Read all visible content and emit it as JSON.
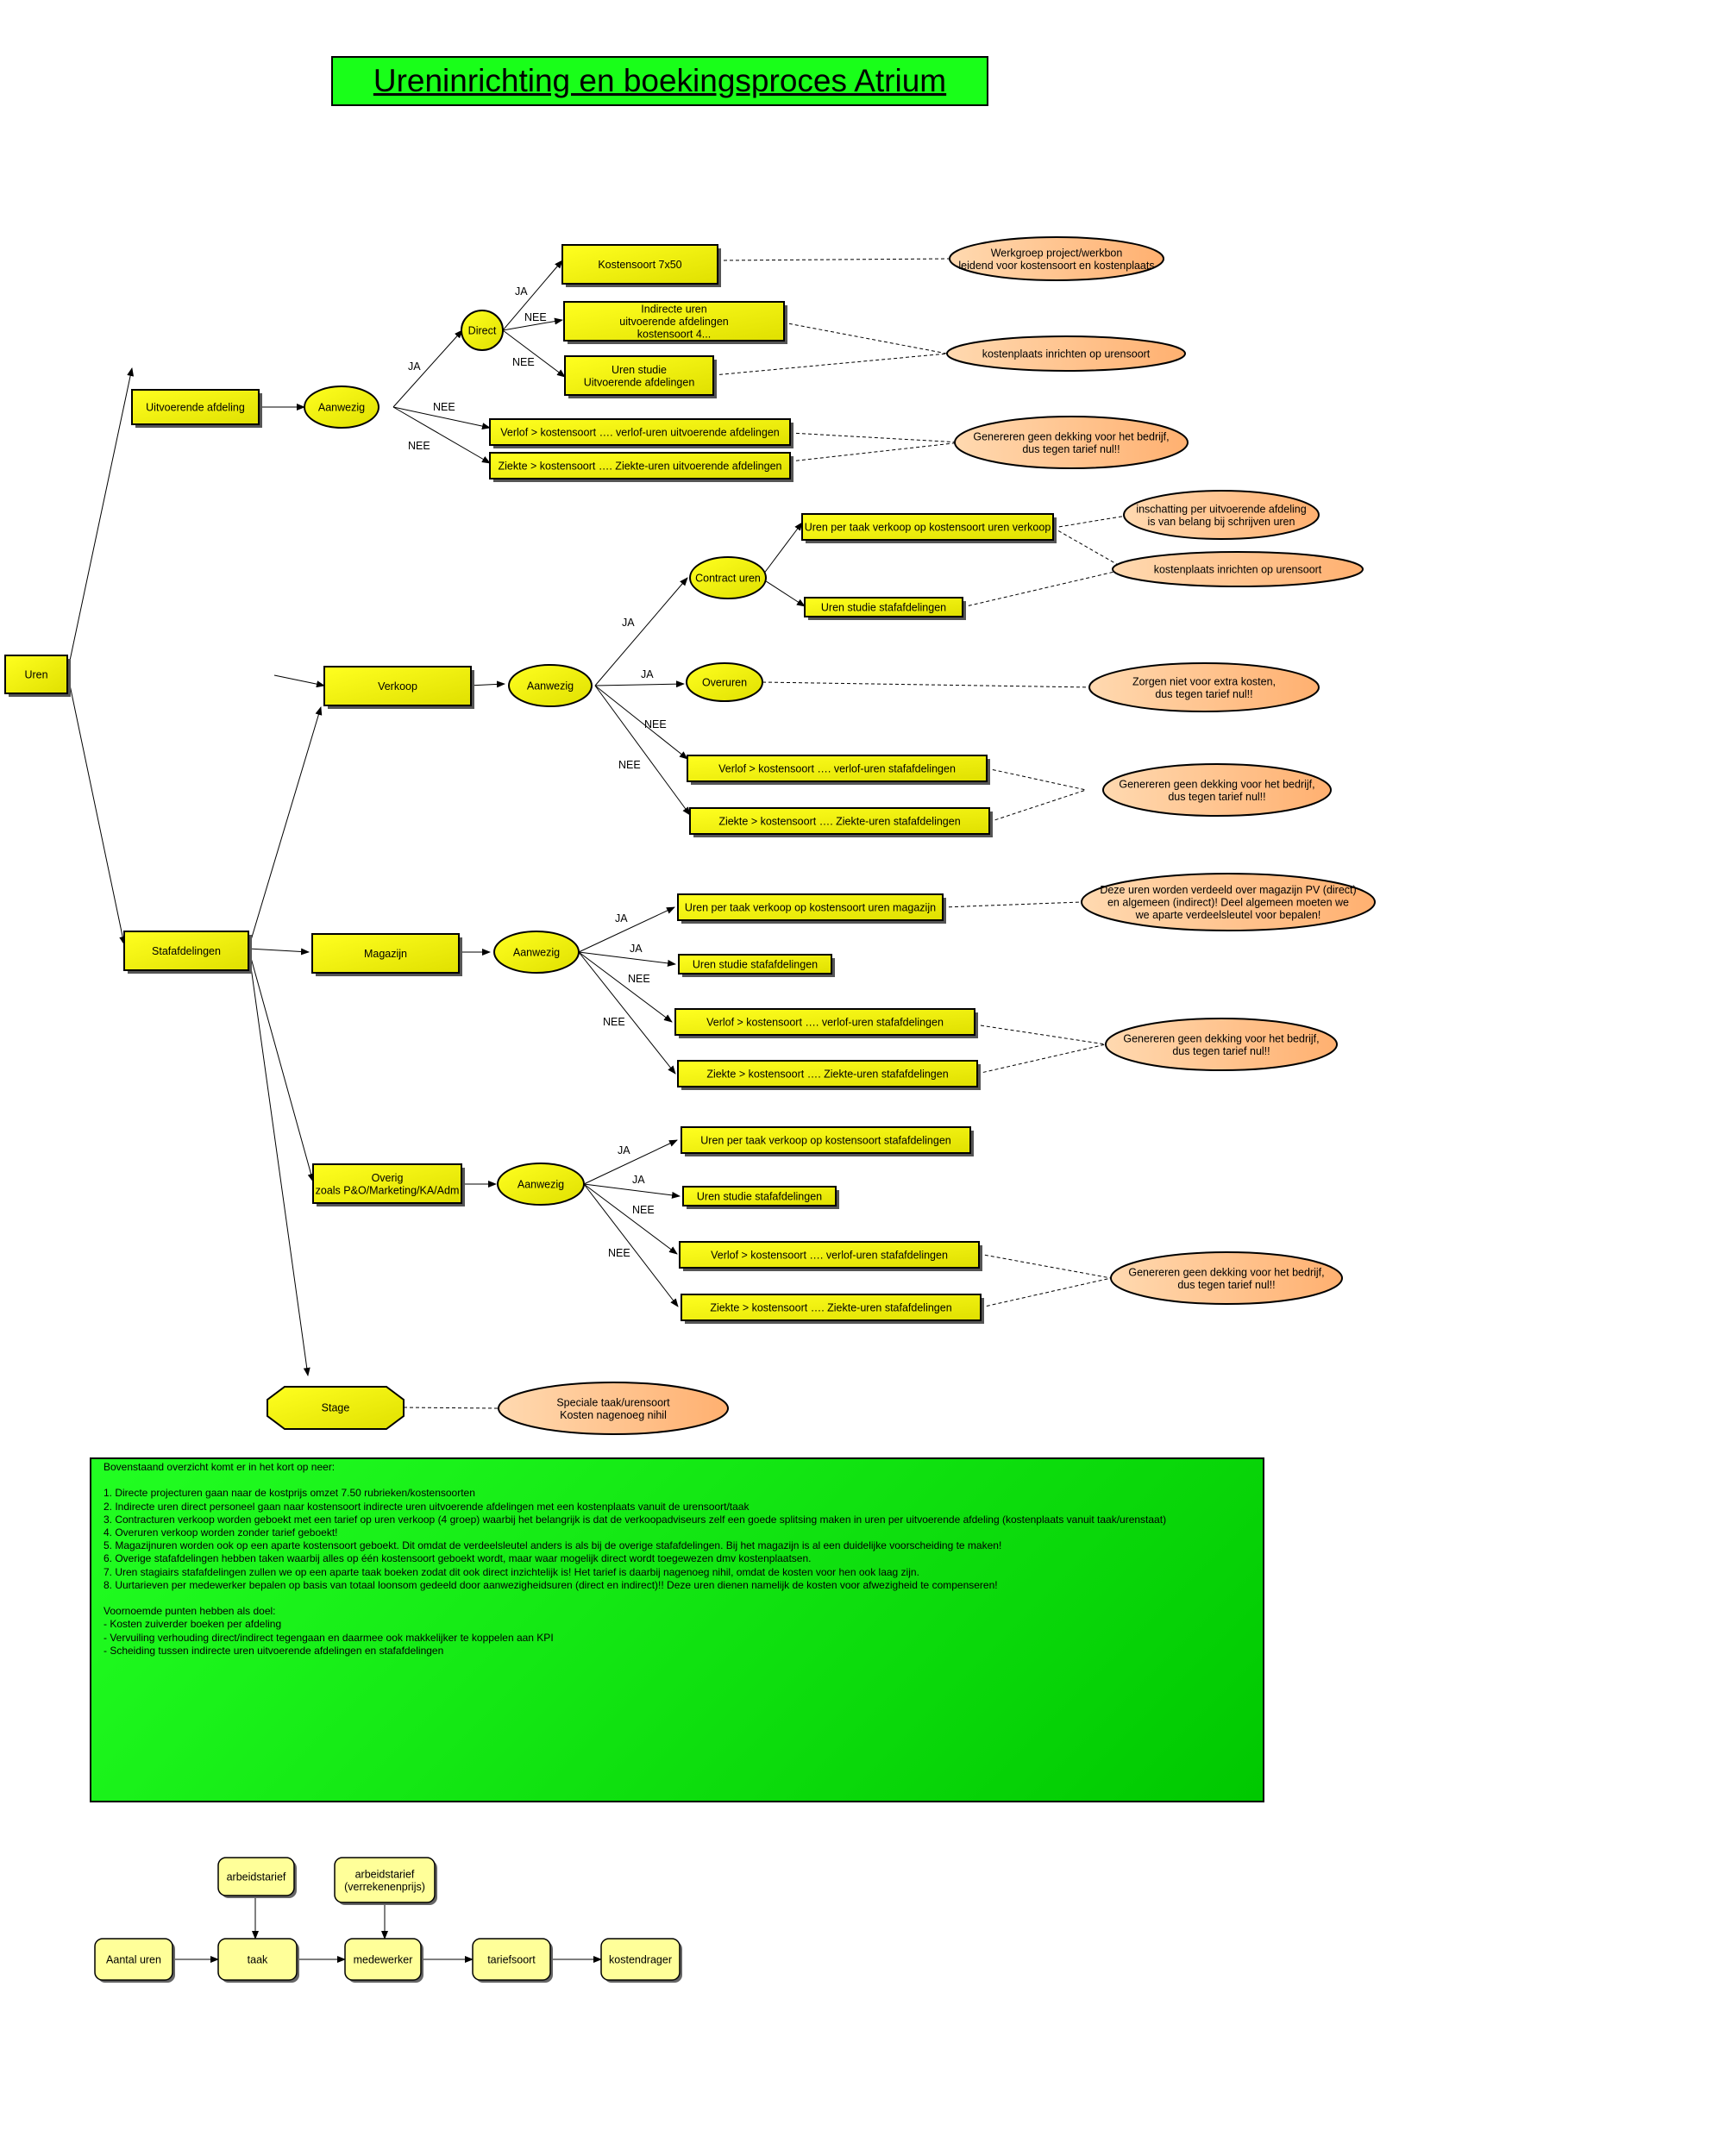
{
  "title": "Ureninrichting en boekingsproces Atrium",
  "nodes": {
    "uren": "Uren",
    "uitvoerende_afdeling": "Uitvoerende afdeling",
    "aanwezig": "Aanwezig",
    "direct": "Direct",
    "kostensoort_7x50": "Kostensoort 7x50",
    "indirecte_uren": [
      "Indirecte uren",
      "uitvoerende afdelingen",
      "kostensoort 4..."
    ],
    "uren_studie_uitv": [
      "Uren studie",
      "Uitvoerende afdelingen"
    ],
    "verlof_uitv": "Verlof > kostensoort …. verlof-uren uitvoerende afdelingen",
    "ziekte_uitv": "Ziekte > kostensoort …. Ziekte-uren uitvoerende afdelingen",
    "verkoop": "Verkoop",
    "contract_uren": "Contract uren",
    "uren_taak_verkoop": "Uren per taak verkoop op kostensoort uren verkoop",
    "uren_studie_staf": "Uren studie stafafdelingen",
    "overuren": "Overuren",
    "verlof_staf": "Verlof > kostensoort …. verlof-uren stafafdelingen",
    "ziekte_staf": "Ziekte > kostensoort …. Ziekte-uren stafafdelingen",
    "stafafdelingen": "Stafafdelingen",
    "magazijn": "Magazijn",
    "uren_taak_magazijn": "Uren per taak verkoop op kostensoort uren magazijn",
    "overig": [
      "Overig",
      "zoals P&O/Marketing/KA/Adm"
    ],
    "uren_taak_staf": "Uren per taak verkoop op kostensoort stafafdelingen",
    "stage": "Stage"
  },
  "edge_labels": {
    "ja": "JA",
    "nee": "NEE"
  },
  "notes": {
    "werkgroep": [
      "Werkgroep project/werkbon",
      "leidend voor kostensoort en kostenplaats"
    ],
    "kostenplaats_urensoort_1": [
      "kostenplaats inrichten op urensoort"
    ],
    "genereren_1": [
      "Genereren geen dekking voor het bedrijf,",
      "dus tegen tarief nul!!"
    ],
    "inschatting": [
      "inschatting per uitvoerende afdeling",
      "is van belang bij schrijven uren"
    ],
    "kostenplaats_urensoort_2": [
      "kostenplaats inrichten op urensoort"
    ],
    "zorgen": [
      "Zorgen niet voor extra kosten,",
      "dus tegen tarief nul!!"
    ],
    "genereren_2": [
      "Genereren geen dekking voor het bedrijf,",
      "dus tegen tarief nul!!"
    ],
    "magazijn_verdeeld": [
      "Deze uren worden verdeeld over magazijn PV (direct)",
      "en algemeen (indirect)! Deel algemeen moeten we",
      "we aparte verdeelsleutel voor bepalen!"
    ],
    "genereren_3": [
      "Genereren geen dekking voor het bedrijf,",
      "dus tegen tarief nul!!"
    ],
    "genereren_4": [
      "Genereren geen dekking voor het bedrijf,",
      "dus tegen tarief nul!!"
    ],
    "speciale_taak": [
      "Speciale taak/urensoort",
      "Kosten nagenoeg nihil"
    ]
  },
  "summary": [
    "Bovenstaand overzicht komt er in het kort op neer:",
    "",
    "1. Directe projecturen gaan naar de kostprijs omzet 7.50 rubrieken/kostensoorten",
    "2. Indirecte uren direct personeel gaan naar kostensoort indirecte uren uitvoerende afdelingen met een kostenplaats vanuit de urensoort/taak",
    "3. Contracturen verkoop worden geboekt met een tarief op uren verkoop (4 groep) waarbij het belangrijk is dat de verkoopadviseurs zelf een goede splitsing maken in uren per uitvoerende afdeling (kostenplaats vanuit taak/urenstaat)",
    "4. Overuren verkoop worden zonder tarief geboekt!",
    "5. Magazijnuren worden ook op een aparte kostensoort geboekt. Dit omdat de verdeelsleutel anders is als bij de overige stafafdelingen. Bij het magazijn is al een duidelijke voorscheiding te maken!",
    "6. Overige stafafdelingen hebben taken waarbij alles op één kostensoort geboekt wordt, maar waar mogelijk direct wordt toegewezen dmv kostenplaatsen.",
    "7. Uren stagiairs stafafdelingen zullen we op een aparte taak boeken zodat dit ook direct inzichtelijk is! Het tarief is daarbij nagenoeg nihil, omdat de kosten voor hen ook laag zijn.",
    "8. Uurtarieven per medewerker bepalen op basis van totaal loonsom gedeeld door aanwezigheidsuren (direct en indirect)!! Deze uren dienen namelijk de kosten voor afwezigheid te compenseren!",
    "",
    "Voornoemde punten hebben als doel:",
    "- Kosten zuiverder boeken per afdeling",
    "- Vervuiling verhouding direct/indirect tegengaan en daarmee ook makkelijker te koppelen aan KPI",
    "- Scheiding tussen indirecte uren uitvoerende afdelingen en stafafdelingen"
  ],
  "flow": {
    "arbeidstarief": "arbeidstarief",
    "arbeidstarief_verrekenen": [
      "arbeidstarief",
      "(verrekenenprijs)"
    ],
    "aantal_uren": "Aantal uren",
    "taak": "taak",
    "medewerker": "medewerker",
    "tariefsoort": "tariefsoort",
    "kostendrager": "kostendrager"
  },
  "colors": {
    "title_bg": "#19ff19",
    "box_yellow": "#f2f200",
    "note_orange": "#ffc080",
    "summary_green": "#11e811",
    "flow_yellow": "#ffff99"
  }
}
